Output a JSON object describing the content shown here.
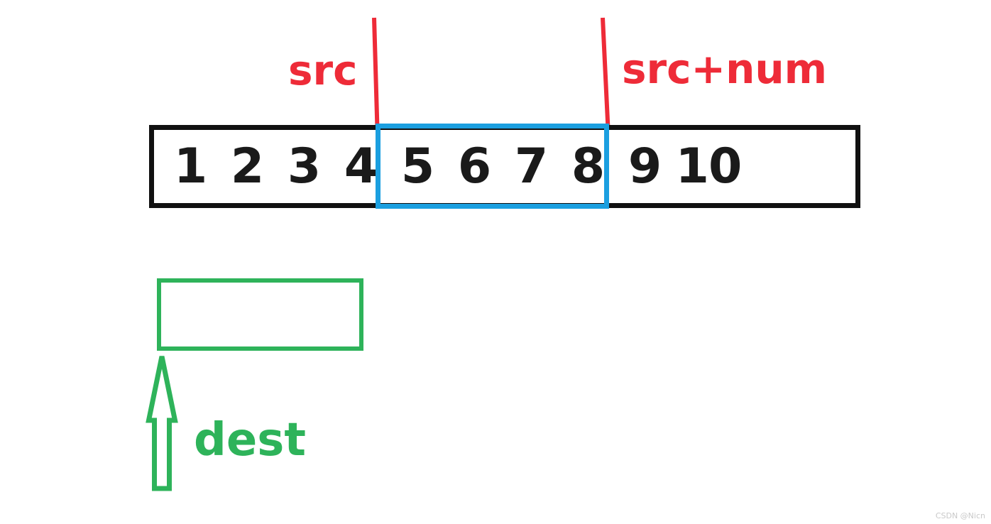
{
  "diagram": {
    "title": "memcpy src / dest pointer diagram",
    "colors": {
      "array_border": "#111111",
      "range_border": "#1b9fe0",
      "pointer": "#ee2b38",
      "dest": "#2eb35a",
      "cell_text": "#1a1a1a",
      "background": "#ffffff",
      "watermark": "#c9c9c9"
    },
    "source_array": {
      "name": "source-array",
      "cells": [
        "1",
        "2",
        "3",
        "4",
        "5",
        "6",
        "7",
        "8",
        "9",
        "10"
      ],
      "highlighted_cells": [
        "5",
        "6",
        "7",
        "8"
      ]
    },
    "pointers": [
      {
        "name": "src-pointer",
        "label": "src"
      },
      {
        "name": "src-num-pointer",
        "label": "src+num"
      }
    ],
    "destination": {
      "name": "destination-buffer",
      "label": "dest",
      "cells": []
    },
    "watermark": "CSDN @Nicn"
  }
}
